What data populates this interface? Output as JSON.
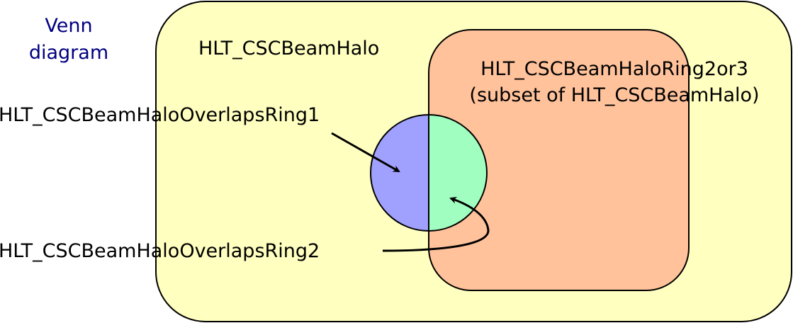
{
  "title": {
    "line1": "Venn",
    "line2": "diagram"
  },
  "sets": {
    "outer": {
      "label": "HLT_CSCBeamHalo",
      "fill": "#ffffc0"
    },
    "subset": {
      "label_line1": "HLT_CSCBeamHaloRing2or3",
      "label_line2": "(subset of HLT_CSCBeamHalo)",
      "fill": "#ffc29b"
    },
    "ring1": {
      "label": "HLT_CSCBeamHaloOverlapsRing1",
      "fill": "#a0a0ff"
    },
    "ring2": {
      "label": "HLT_CSCBeamHaloOverlapsRing2",
      "fill": "#a0ffc0"
    }
  },
  "colors": {
    "outline": "#000000",
    "title": "#000080"
  }
}
